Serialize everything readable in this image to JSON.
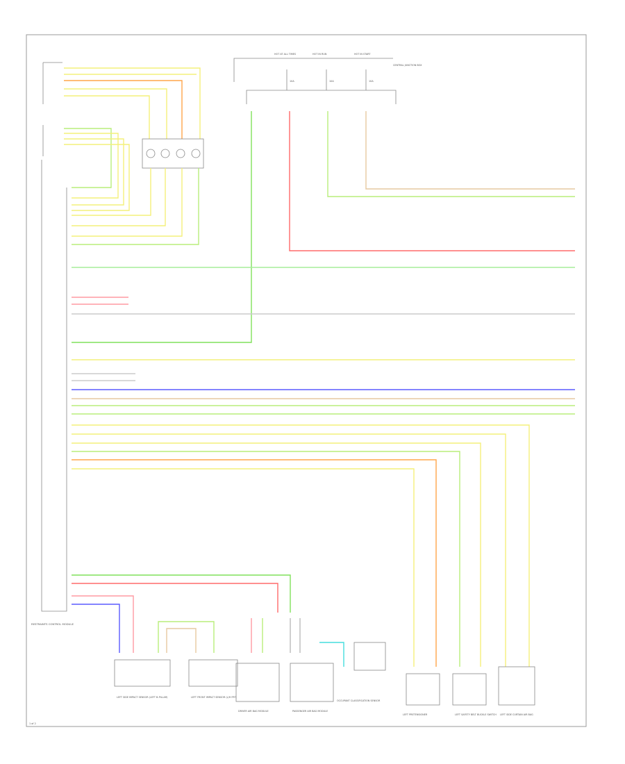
{
  "colors": {
    "red": "#ff6a6a",
    "green": "#7fe05a",
    "yellow": "#f4f07a",
    "blue": "#5a5aff",
    "orange": "#ffa64a",
    "tan": "#e6c9a0",
    "light_green": "#b8ee7a",
    "cyan": "#44dddd",
    "pink": "#ff9aa2",
    "gray": "#888888"
  },
  "fuse_block": {
    "labels": [
      "HOT AT ALL TIMES",
      "HOT IN RUN",
      "HOT IN START"
    ],
    "fuses": [
      "10A",
      "10A",
      "10A"
    ],
    "note": "CENTRAL JUNCTION BOX"
  },
  "diagram_title": "AIR BAG MODULE",
  "module_label": "RESTRAINTS CONTROL MODULE",
  "page_number": "1 of 2",
  "components": [
    {
      "label": "LEFT SIDE IMPACT SENSOR (LEFT B-PILLAR)"
    },
    {
      "label": "LEFT FRONT IMPACT SENSOR (L/H FRT)"
    },
    {
      "label": "DRIVER AIR BAG MODULE"
    },
    {
      "label": "PASSENGER AIR BAG MODULE"
    },
    {
      "label": "OCCUPANT CLASSIFICATION SENSOR"
    },
    {
      "label": "LEFT PRETENSIONER"
    },
    {
      "label": "LEFT SAFETY BELT BUCKLE SWITCH"
    },
    {
      "label": "LEFT SIDE CURTAIN AIR BAG"
    }
  ],
  "wires": [
    {
      "color": "GRN/YEL"
    },
    {
      "color": "RED"
    },
    {
      "color": "LT GRN"
    },
    {
      "color": "BRN/WHT"
    },
    {
      "color": "YEL/GRN"
    },
    {
      "color": "BLU"
    },
    {
      "color": "GRY"
    },
    {
      "color": "WHT"
    }
  ]
}
